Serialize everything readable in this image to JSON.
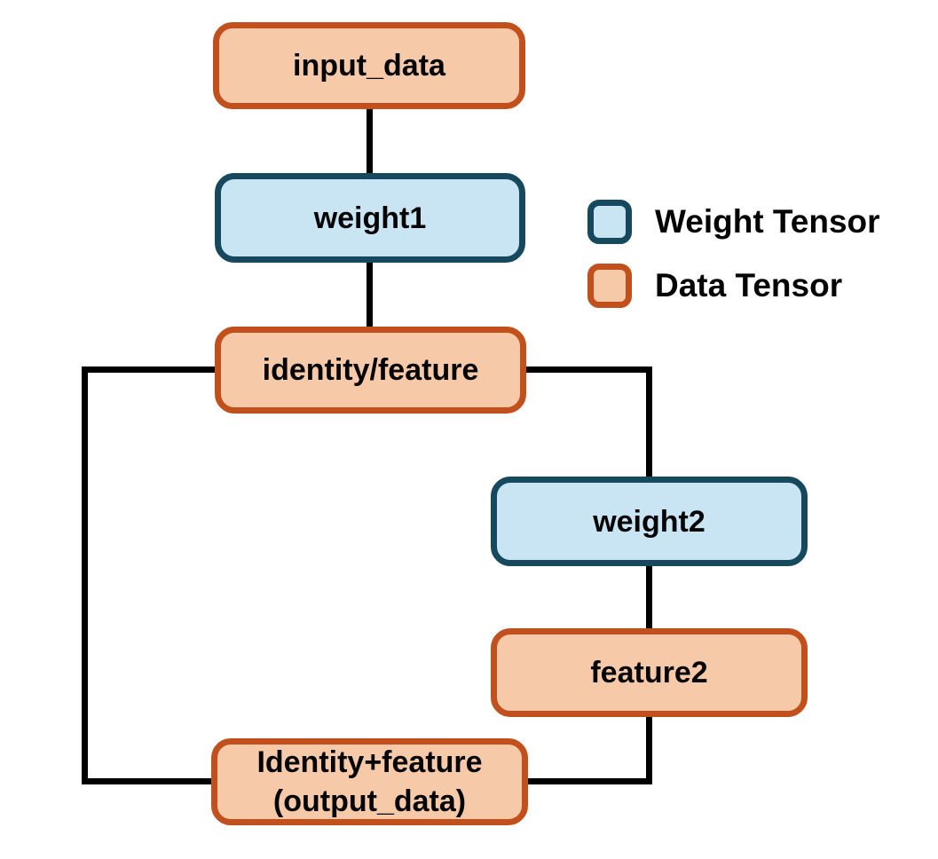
{
  "diagram": {
    "type": "flow-diagram",
    "background": "#FFFFFF",
    "colors": {
      "data_tensor_fill": "#F6C9A9",
      "data_tensor_border": "#C1501C",
      "weight_tensor_fill": "#C9E4F2",
      "weight_tensor_border": "#17495E",
      "edge": "#000000",
      "text": "#050505"
    },
    "nodes": [
      {
        "id": "input_data",
        "type": "data",
        "label": "input_data"
      },
      {
        "id": "weight1",
        "type": "weight",
        "label": "weight1"
      },
      {
        "id": "identity_feature",
        "type": "data",
        "label": "identity/feature"
      },
      {
        "id": "weight2",
        "type": "weight",
        "label": "weight2"
      },
      {
        "id": "feature2",
        "type": "data",
        "label": "feature2"
      },
      {
        "id": "output_data",
        "type": "data",
        "label": "Identity+feature\n(output_data)"
      }
    ],
    "edges": [
      {
        "from": "input_data",
        "to": "weight1",
        "route": "straight-down"
      },
      {
        "from": "weight1",
        "to": "identity_feature",
        "route": "straight-down"
      },
      {
        "from": "identity_feature",
        "to": "output_data",
        "route": "left-skip-connection"
      },
      {
        "from": "identity_feature",
        "to": "weight2",
        "route": "right-then-down"
      },
      {
        "from": "weight2",
        "to": "feature2",
        "route": "straight-down"
      },
      {
        "from": "feature2",
        "to": "output_data",
        "route": "down-then-left"
      }
    ],
    "legend": {
      "items": [
        {
          "type": "weight",
          "label": "Weight Tensor"
        },
        {
          "type": "data",
          "label": "Data Tensor"
        }
      ]
    }
  }
}
